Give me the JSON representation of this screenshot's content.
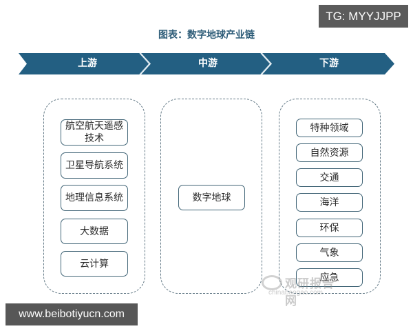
{
  "title": "图表：数字地球产业链",
  "banner": {
    "color": "#235f82",
    "stages": [
      {
        "label": "上游"
      },
      {
        "label": "中游"
      },
      {
        "label": "下游"
      }
    ]
  },
  "upstream": {
    "items": [
      {
        "label": "航空航天遥感技术"
      },
      {
        "label": "卫星导航系统"
      },
      {
        "label": "地理信息系统"
      },
      {
        "label": "大数据"
      },
      {
        "label": "云计算"
      }
    ]
  },
  "midstream": {
    "items": [
      {
        "label": "数字地球"
      }
    ]
  },
  "downstream": {
    "items": [
      {
        "label": "特种领域"
      },
      {
        "label": "自然资源"
      },
      {
        "label": "交通"
      },
      {
        "label": "海洋"
      },
      {
        "label": "环保"
      },
      {
        "label": "气象"
      },
      {
        "label": "应急"
      }
    ]
  },
  "watermark": {
    "cn": "观研报告网",
    "en": "chinabaogao.com"
  },
  "overlays": {
    "tg": "TG: MYYJJPP",
    "url": "www.beibotiyucn.com"
  }
}
